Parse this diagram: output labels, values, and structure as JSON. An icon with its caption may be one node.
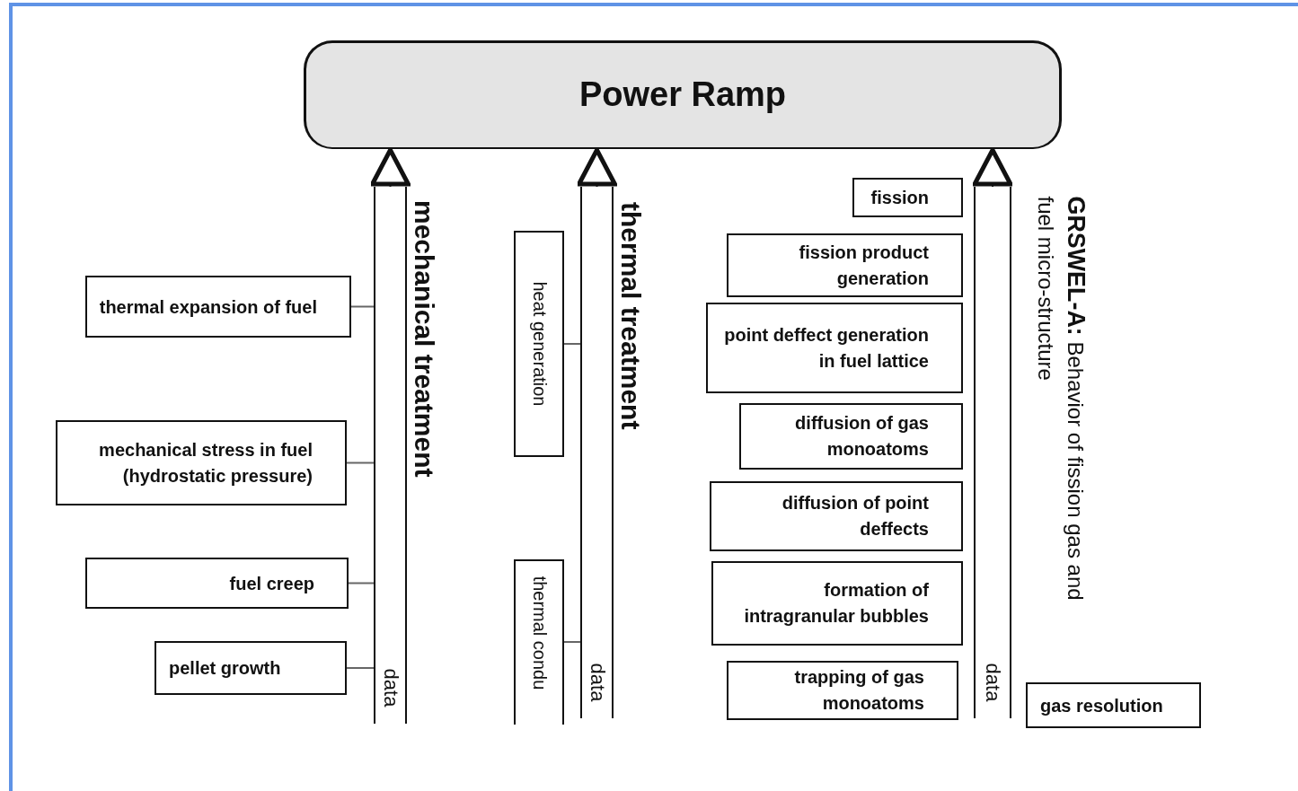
{
  "diagram": {
    "nodes": [
      {
        "text": [
          "Power Ramp"
        ]
      },
      {
        "text": [
          "data"
        ],
        "beside": [
          "mechanical treatment"
        ]
      },
      {
        "text": [
          "thermal expansion of fuel"
        ]
      },
      {
        "text": [
          "mechanical stress in fuel (hydrostatic pressure)"
        ]
      },
      {
        "text": [
          "fuel creep"
        ]
      },
      {
        "text": [
          "pellet growth"
        ]
      },
      {
        "text": [
          "data"
        ],
        "beside": [
          "thermal treatment"
        ]
      },
      {
        "text": [
          "heat generation"
        ]
      },
      {
        "text": [
          "thermal condu"
        ]
      },
      {
        "text": [
          "data"
        ],
        "beside": [
          "**GRSWEL-A:** Behavior of fission gas and fuel micro-structure"
        ]
      },
      {
        "text": [
          "fission"
        ]
      },
      {
        "text": [
          "fission product generation"
        ]
      },
      {
        "text": [
          "point deffect generation in fuel lattice"
        ]
      },
      {
        "text": [
          "diffusion of gas monoatoms"
        ]
      },
      {
        "text": [
          "diffusion of point deffects"
        ]
      },
      {
        "text": [
          "formation of intragranular bubbles"
        ]
      },
      {
        "text": [
          "trapping of gas monoatoms"
        ]
      },
      {
        "text": [
          "gas resolution"
        ]
      }
    ],
    "edges": [
      {
        "from": 1,
        "to": 0,
        "arrow": "to"
      },
      {
        "from": 6,
        "to": 0,
        "arrow": "to"
      },
      {
        "from": 9,
        "to": 0,
        "arrow": "to"
      },
      {
        "from": 2,
        "to": 1,
        "arrow": "none"
      },
      {
        "from": 3,
        "to": 1,
        "arrow": "none"
      },
      {
        "from": 4,
        "to": 1,
        "arrow": "none"
      },
      {
        "from": 5,
        "to": 1,
        "arrow": "none"
      },
      {
        "from": 7,
        "to": 6,
        "arrow": "none"
      },
      {
        "from": 8,
        "to": 6,
        "arrow": "none"
      }
    ]
  }
}
